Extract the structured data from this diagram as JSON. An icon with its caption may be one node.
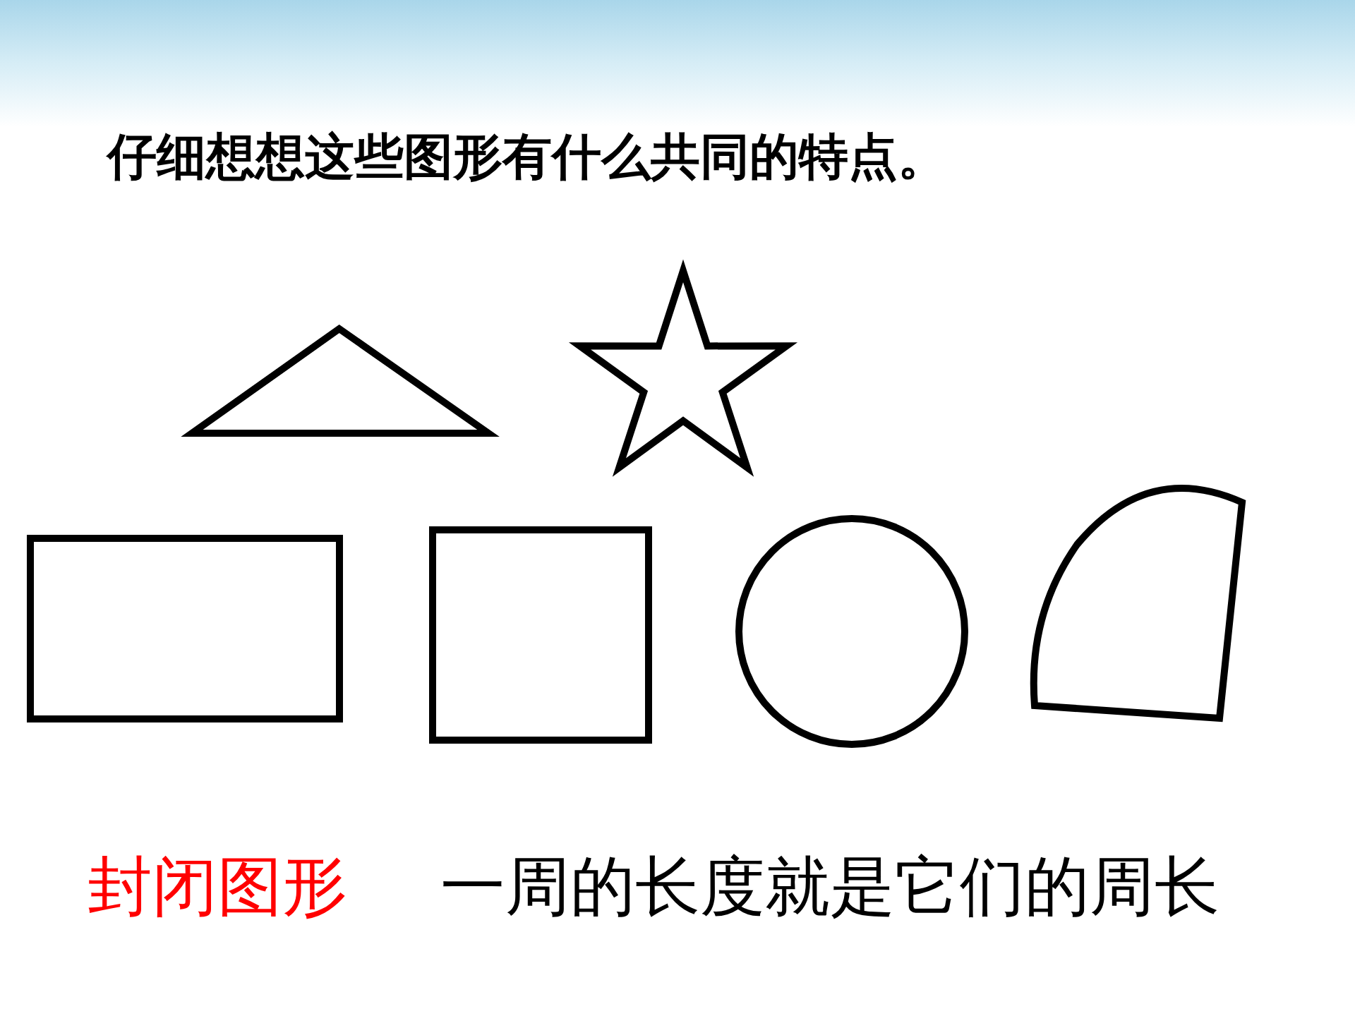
{
  "diagram": {
    "title": "仔细想想这些图形有什么共同的特点。",
    "nodes": [
      {
        "text": [],
        "shape": "triangle"
      },
      {
        "text": [],
        "shape": "star"
      },
      {
        "text": [],
        "shape": "box"
      },
      {
        "text": [],
        "shape": "box"
      },
      {
        "text": [],
        "shape": "circle"
      },
      {
        "text": [],
        "shape": "sector"
      }
    ],
    "labels": [
      "封闭图形",
      "一周的长度就是它们的周长"
    ]
  }
}
